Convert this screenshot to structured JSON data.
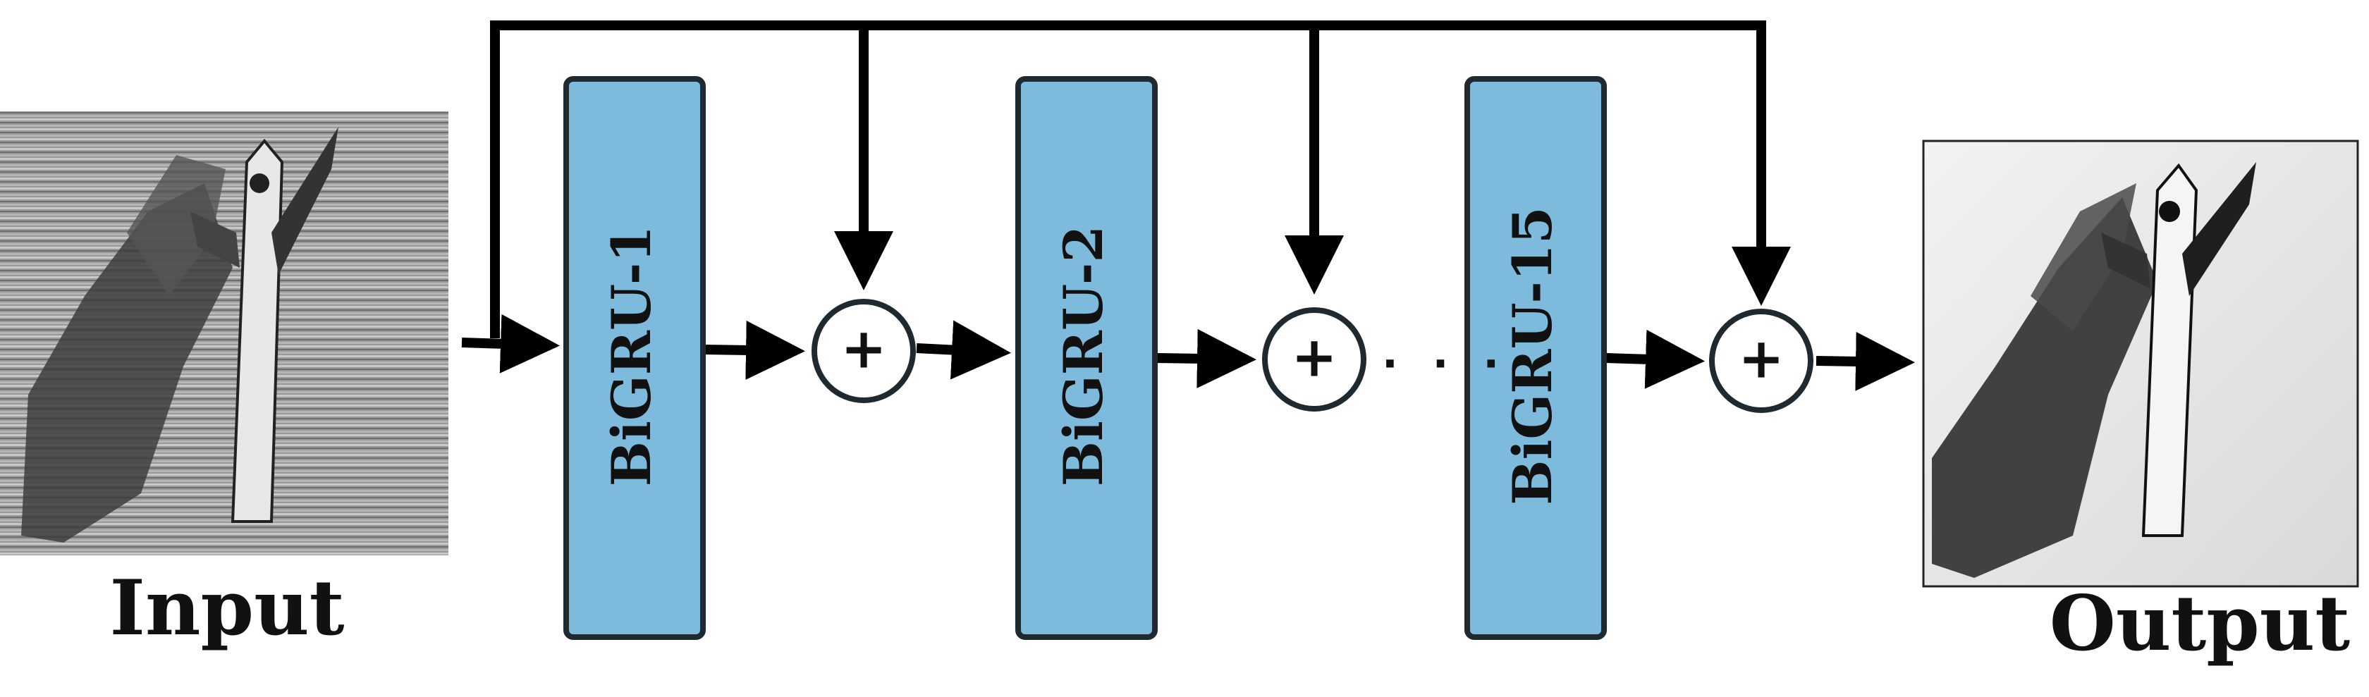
{
  "blocks": [
    {
      "label": "BiGRU-1"
    },
    {
      "label": "BiGRU-2"
    },
    {
      "label": "BiGRU-15"
    }
  ],
  "adder_symbol": "+",
  "ellipsis": "· · ·",
  "input": {
    "caption": "Input"
  },
  "output": {
    "caption": "Output"
  },
  "colors": {
    "block_fill": "#7ebadb",
    "block_stroke": "#1f2a30",
    "line": "#000000"
  }
}
